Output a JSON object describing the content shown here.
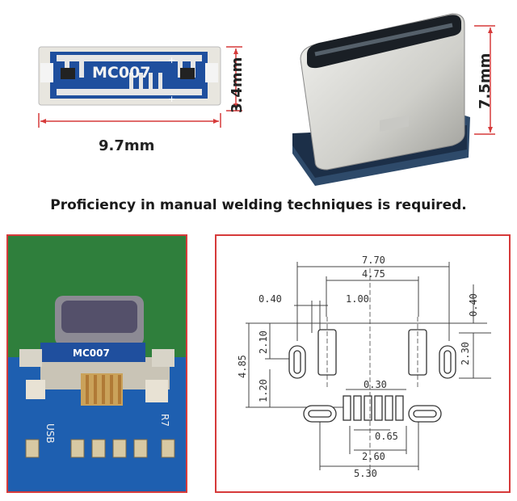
{
  "top_left": {
    "chip_label": "MC007",
    "height_label": "3.4mm",
    "width_label": "9.7mm"
  },
  "top_right": {
    "height_label": "7.5mm"
  },
  "caption": "Proficiency in manual welding techniques is required.",
  "photo": {
    "chip_label": "MC007",
    "silk_usb": "USB",
    "silk_r7": "R7"
  },
  "drawing": {
    "dims": {
      "d770": "7.70",
      "d475": "4.75",
      "d040_left": "0.40",
      "d100": "1.00",
      "d040_right": "0.40",
      "d210": "2.10",
      "d485": "4.85",
      "d120": "1.20",
      "d230": "2.30",
      "d030": "0.30",
      "d065": "0.65",
      "d260": "2.60",
      "d530": "5.30"
    }
  },
  "colors": {
    "dim_red": "#d63a3a",
    "frame_red": "#d63a3a",
    "pcb_blue": "#1f4f9e",
    "pcb_green": "#2e7d3a"
  }
}
